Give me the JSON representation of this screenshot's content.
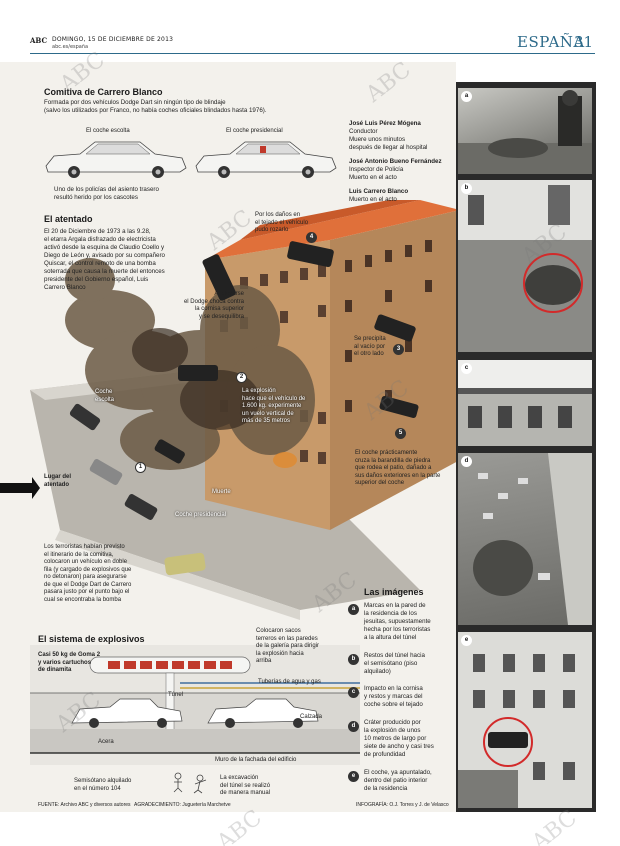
{
  "header": {
    "publication": "ABC",
    "date": "DOMINGO, 15 DE DICIEMBRE DE 2013",
    "url": "abc.es/españa",
    "section": "ESPAÑA",
    "page_number": "31"
  },
  "comitiva": {
    "title": "Comitiva de Carrero Blanco",
    "subtitle_line1": "Formada por dos vehículos Dodge Dart sin ningún tipo de blindaje",
    "subtitle_line2": "(salvo los utilizados por Franco, no había coches oficiales blindados hasta 1976).",
    "escort_label": "El coche escolta",
    "presidential_label": "El coche presidencial",
    "escort_note_line1": "Uno de los policías del asiento trasero",
    "escort_note_line2": "resultó herido por los cascotes",
    "occupants": [
      {
        "name": "José Luis Pérez Mógena",
        "lines": [
          "Conductor",
          "Muere unos minutos",
          "después de llegar al hospital"
        ]
      },
      {
        "name": "José Antonio Bueno Fernández",
        "lines": [
          "Inspector de Policía",
          "Muerto en el acto"
        ]
      },
      {
        "name": "Luis Carrero Blanco",
        "lines": [
          "Muerto en el acto"
        ]
      }
    ]
  },
  "atentado": {
    "title": "El atentado",
    "body_lines": [
      "El 20 de Diciembre de 1973 a las 9.28,",
      "el etarra Argala disfrazado de electricista",
      "activó desde la esquina de Claudio Coello y",
      "Diego de León y, avisado por su compañero",
      "Quiscar, el control remoto de una bomba",
      "soterrada que causa la muerte del entonces",
      "presidente del Gobierno español, Luis",
      "Carrero Blanco"
    ],
    "annotations": {
      "dodge_rise": [
        "Al elevarse",
        "el Dodge choca contra",
        "la cornisa superior",
        "y se desequilibra"
      ],
      "roof_landing": [
        "Por los daños en",
        "el tejado el vehículo",
        "pudo rozarlo"
      ],
      "fall": [
        "Se precipita",
        "al vacío por",
        "el otro lado"
      ],
      "explosion": [
        "La explosión",
        "hace que el vehículo de",
        "1.600 kg. experimente",
        "un vuelo vertical de",
        "más de 35 metros"
      ],
      "courtyard": [
        "El coche prácticamente",
        "cruza la barandilla de piedra",
        "que rodea el patio, dañado a",
        "sus daños exteriores en la parte",
        "superior del coche"
      ],
      "escort_car": [
        "Coche",
        "escolta"
      ],
      "attack_place": [
        "Lugar del",
        "atentado"
      ],
      "murder": "Muerte",
      "presidential_car": "Coche presidencial",
      "terrorists_plan": [
        "Los terroristas habían previsto",
        "el itinerario de la comitiva,",
        "colocaron un vehículo en doble",
        "fila (y cargado de explosivos que",
        "no detonaron) para asegurarse",
        "de que el Dodge Dart de Carrero",
        "pasara justo por el punto bajo el",
        "cual se encontraba la bomba"
      ],
      "numbers": [
        "1",
        "2",
        "3",
        "4",
        "5"
      ]
    }
  },
  "explosivos": {
    "title": "El sistema de explosivos",
    "charge": [
      "Casi 50 kg de Goma 2",
      "y varios cartuchos",
      "de dinamita"
    ],
    "sacks": [
      "Colocaron sacos",
      "terreros en las paredes",
      "de la galería para dirigir",
      "la explosión hacia",
      "arriba"
    ],
    "pipes": "Tuberías de agua y gas",
    "tunnel": "Túnel",
    "road": "Calzada",
    "sidewalk": "Acera",
    "wall": "Muro de la fachada del edificio",
    "basement": [
      "Semisótano alquilado",
      "en el número 104"
    ],
    "digging": [
      "La excavación",
      "del túnel se realizó",
      "de manera manual"
    ]
  },
  "imagenes": {
    "title": "Las imágenes",
    "items": [
      {
        "letter": "a",
        "lines": [
          "Marcas en la pared de",
          "la residencia de los",
          "jesuitas, supuestamente",
          "hecha por los terroristas",
          "a la altura del túnel"
        ]
      },
      {
        "letter": "b",
        "lines": [
          "Restos del túnel hacia",
          "el semisótano (piso",
          "alquilado)"
        ]
      },
      {
        "letter": "c",
        "lines": [
          "Impacto en la cornisa",
          "y restos y marcas del",
          "coche sobre el tejado"
        ]
      },
      {
        "letter": "d",
        "lines": [
          "Cráter producido por",
          "la explosión de unos",
          "10 metros de largo por",
          "siete de ancho y casi tres",
          "de profundidad"
        ]
      },
      {
        "letter": "e",
        "lines": [
          "El coche, ya apuntalado,",
          "dentro del patio interior",
          "de la residencia"
        ]
      }
    ]
  },
  "photos": [
    "a",
    "b",
    "c",
    "d",
    "e"
  ],
  "footer": {
    "source": "FUENTE: Archivo ABC y diversos autores",
    "thanks": "AGRADECIMIENTO: Juguetería Marchetve",
    "credit": "INFOGRAFÍA: O.J. Torres y J. de Velasco"
  },
  "watermark": "ABC",
  "colors": {
    "section_blue": "#2d6a8a",
    "roof_orange": "#e0703a",
    "facade": "#c89a6a",
    "smoke": "#6b5a45"
  }
}
